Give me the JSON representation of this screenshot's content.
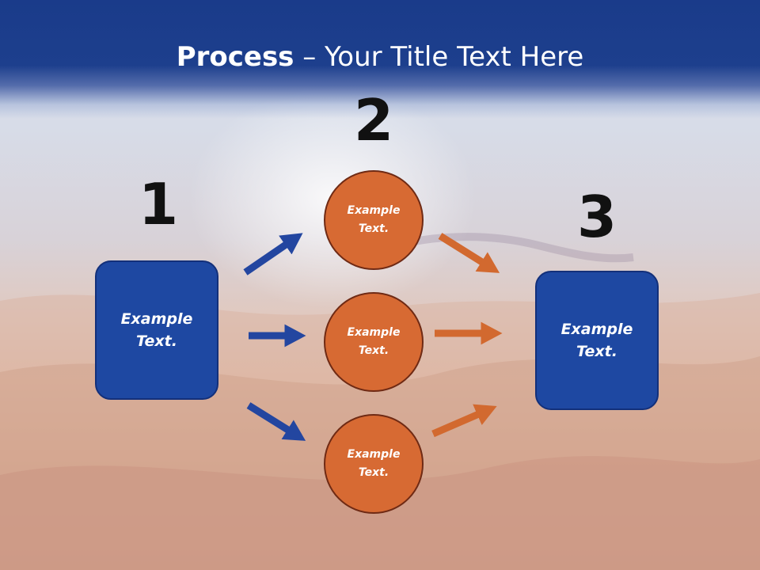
{
  "title": {
    "bold": "Process",
    "rest": " – Your Title Text Here"
  },
  "steps": [
    {
      "number": "1",
      "text": "Example Text."
    },
    {
      "number": "2",
      "items": [
        "Example Text.",
        "Example Text.",
        "Example Text."
      ]
    },
    {
      "number": "3",
      "text": "Example Text."
    }
  ],
  "colors": {
    "header": "#1d3f8d",
    "box": "#1e48a2",
    "circle": "#d76a33",
    "blue_arrow": "#2346a0",
    "orange_arrow": "#d2692f"
  }
}
